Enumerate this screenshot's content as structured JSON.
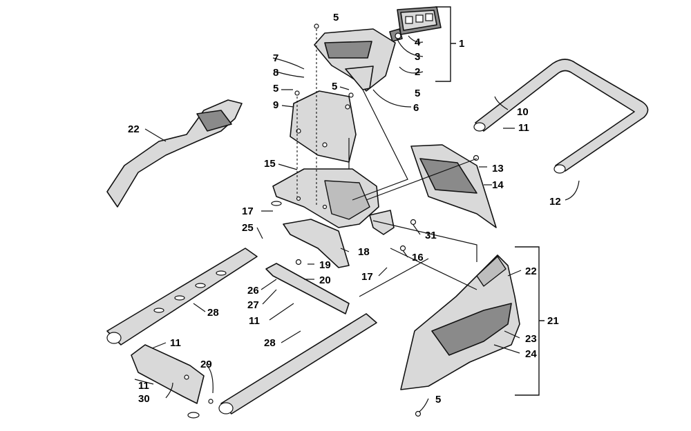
{
  "callouts": {
    "c1": "1",
    "c2": "2",
    "c3": "3",
    "c4": "4",
    "c5a": "5",
    "c5b": "5",
    "c5c": "5",
    "c5d": "5",
    "c5e": "5",
    "c6": "6",
    "c7": "7",
    "c8": "8",
    "c9": "9",
    "c10": "10",
    "c11a": "11",
    "c11b": "11",
    "c11c": "11",
    "c11d": "11",
    "c12": "12",
    "c13": "13",
    "c14": "14",
    "c15": "15",
    "c16": "16",
    "c17a": "17",
    "c17b": "17",
    "c18": "18",
    "c19": "19",
    "c20": "20",
    "c21": "21",
    "c22a": "22",
    "c22b": "22",
    "c23": "23",
    "c24": "24",
    "c25": "25",
    "c26": "26",
    "c27": "27",
    "c28a": "28",
    "c28b": "28",
    "c29": "29",
    "c30": "30",
    "c31": "31"
  },
  "colors": {
    "line": "#111111",
    "part_fill": "#d9d9d9",
    "part_dark": "#8a8a8a",
    "background": "#ffffff"
  }
}
